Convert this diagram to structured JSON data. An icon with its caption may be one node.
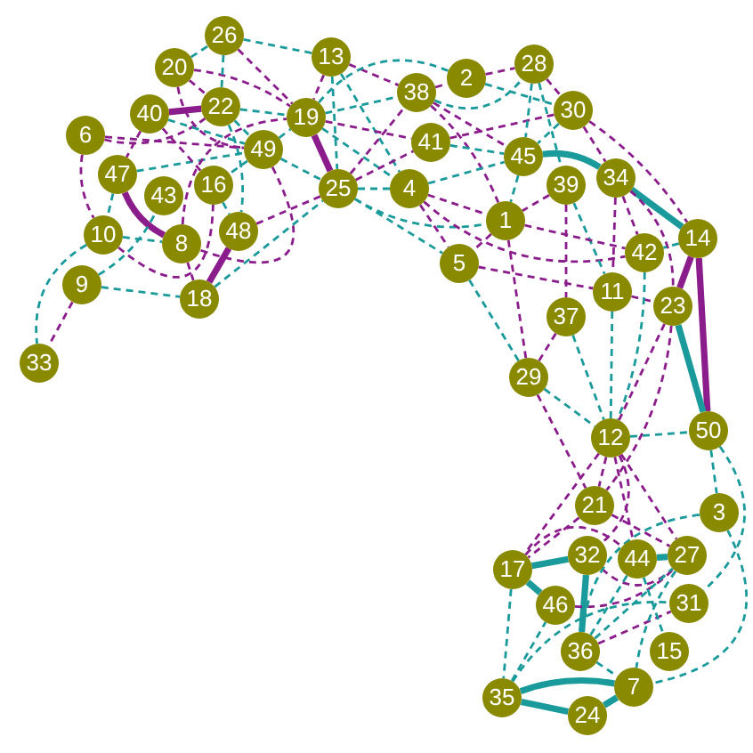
{
  "diagram": {
    "nodes": [
      {
        "text": [
          "1"
        ]
      },
      {
        "text": [
          "2"
        ]
      },
      {
        "text": [
          "3"
        ]
      },
      {
        "text": [
          "4"
        ]
      },
      {
        "text": [
          "5"
        ]
      },
      {
        "text": [
          "6"
        ]
      },
      {
        "text": [
          "7"
        ]
      },
      {
        "text": [
          "8"
        ]
      },
      {
        "text": [
          "9"
        ]
      },
      {
        "text": [
          "10"
        ]
      },
      {
        "text": [
          "11"
        ]
      },
      {
        "text": [
          "12"
        ]
      },
      {
        "text": [
          "13"
        ]
      },
      {
        "text": [
          "14"
        ]
      },
      {
        "text": [
          "15"
        ]
      },
      {
        "text": [
          "16"
        ]
      },
      {
        "text": [
          "17"
        ]
      },
      {
        "text": [
          "18"
        ]
      },
      {
        "text": [
          "19"
        ]
      },
      {
        "text": [
          "20"
        ]
      },
      {
        "text": [
          "21"
        ]
      },
      {
        "text": [
          "22"
        ]
      },
      {
        "text": [
          "23"
        ]
      },
      {
        "text": [
          "24"
        ]
      },
      {
        "text": [
          "25"
        ]
      },
      {
        "text": [
          "26"
        ]
      },
      {
        "text": [
          "27"
        ]
      },
      {
        "text": [
          "28"
        ]
      },
      {
        "text": [
          "29"
        ]
      },
      {
        "text": [
          "30"
        ]
      },
      {
        "text": [
          "31"
        ]
      },
      {
        "text": [
          "32"
        ]
      },
      {
        "text": [
          "33"
        ]
      },
      {
        "text": [
          "34"
        ]
      },
      {
        "text": [
          "35"
        ]
      },
      {
        "text": [
          "36"
        ]
      },
      {
        "text": [
          "37"
        ]
      },
      {
        "text": [
          "38"
        ]
      },
      {
        "text": [
          "39"
        ]
      },
      {
        "text": [
          "40"
        ]
      },
      {
        "text": [
          "41"
        ]
      },
      {
        "text": [
          "42"
        ]
      },
      {
        "text": [
          "43"
        ]
      },
      {
        "text": [
          "44"
        ]
      },
      {
        "text": [
          "45"
        ]
      },
      {
        "text": [
          "46"
        ]
      },
      {
        "text": [
          "47"
        ]
      },
      {
        "text": [
          "48"
        ]
      },
      {
        "text": [
          "49"
        ]
      },
      {
        "text": [
          "50"
        ]
      }
    ],
    "edges": [
      {
        "from": 46,
        "to": 7,
        "arrow": "none",
        "style": "thick",
        "color": "#8b1c8b"
      },
      {
        "from": 39,
        "to": 21,
        "arrow": "none",
        "style": "thick",
        "color": "#8b1c8b"
      },
      {
        "from": 47,
        "to": 17,
        "arrow": "none",
        "style": "thick",
        "color": "#8b1c8b"
      },
      {
        "from": 18,
        "to": 24,
        "arrow": "none",
        "style": "thick",
        "color": "#8b1c8b"
      },
      {
        "from": 44,
        "to": 33,
        "arrow": "none",
        "style": "thick",
        "color": "#1a9a9a"
      },
      {
        "from": 33,
        "to": 13,
        "arrow": "none",
        "style": "thick",
        "color": "#1a9a9a"
      },
      {
        "from": 13,
        "to": 22,
        "arrow": "none",
        "style": "thick",
        "color": "#8b1c8b"
      },
      {
        "from": 13,
        "to": 49,
        "arrow": "none",
        "style": "thick",
        "color": "#8b1c8b"
      },
      {
        "from": 22,
        "to": 49,
        "arrow": "none",
        "style": "thick",
        "color": "#1a9a9a"
      },
      {
        "from": 16,
        "to": 31,
        "arrow": "none",
        "style": "thick",
        "color": "#1a9a9a"
      },
      {
        "from": 16,
        "to": 45,
        "arrow": "none",
        "style": "thick",
        "color": "#1a9a9a"
      },
      {
        "from": 31,
        "to": 35,
        "arrow": "none",
        "style": "thick",
        "color": "#1a9a9a"
      },
      {
        "from": 43,
        "to": 26,
        "arrow": "none",
        "style": "thick",
        "color": "#1a9a9a"
      },
      {
        "from": 34,
        "to": 6,
        "arrow": "none",
        "style": "thick",
        "color": "#1a9a9a"
      },
      {
        "from": 34,
        "to": 23,
        "arrow": "none",
        "style": "thick",
        "color": "#1a9a9a"
      },
      {
        "from": 23,
        "to": 6,
        "arrow": "none",
        "style": "thick",
        "color": "#1a9a9a"
      },
      {
        "from": 19,
        "to": 25,
        "arrow": "none",
        "style": "dashed",
        "color": "#1a9a9a"
      },
      {
        "from": 8,
        "to": 32,
        "arrow": "none",
        "style": "dashed",
        "color": "#8b1c8b"
      },
      {
        "from": 9,
        "to": 32,
        "arrow": "none",
        "style": "dashed",
        "color": "#1a9a9a"
      },
      {
        "from": 5,
        "to": 9,
        "arrow": "none",
        "style": "dashed",
        "color": "#8b1c8b"
      },
      {
        "from": 46,
        "to": 9,
        "arrow": "none",
        "style": "dashed",
        "color": "#1a9a9a"
      },
      {
        "from": 8,
        "to": 17,
        "arrow": "none",
        "style": "dashed",
        "color": "#1a9a9a"
      },
      {
        "from": 7,
        "to": 17,
        "arrow": "none",
        "style": "dashed",
        "color": "#8b1c8b"
      },
      {
        "from": 17,
        "to": 24,
        "arrow": "none",
        "style": "dashed",
        "color": "#1a9a9a"
      },
      {
        "from": 9,
        "to": 7,
        "arrow": "none",
        "style": "dashed",
        "color": "#1a9a9a"
      },
      {
        "from": 9,
        "to": 15,
        "arrow": "none",
        "style": "dashed",
        "color": "#8b1c8b"
      },
      {
        "from": 8,
        "to": 42,
        "arrow": "none",
        "style": "dashed",
        "color": "#1a9a9a"
      },
      {
        "from": 46,
        "to": 48,
        "arrow": "none",
        "style": "dashed",
        "color": "#1a9a9a"
      },
      {
        "from": 5,
        "to": 48,
        "arrow": "none",
        "style": "dashed",
        "color": "#8b1c8b"
      },
      {
        "from": 5,
        "to": 21,
        "arrow": "none",
        "style": "dashed",
        "color": "#8b1c8b"
      },
      {
        "from": 39,
        "to": 46,
        "arrow": "none",
        "style": "dashed",
        "color": "#8b1c8b"
      },
      {
        "from": 39,
        "to": 48,
        "arrow": "none",
        "style": "dashed",
        "color": "#1a9a9a"
      },
      {
        "from": 39,
        "to": 15,
        "arrow": "none",
        "style": "dashed",
        "color": "#8b1c8b"
      },
      {
        "from": 19,
        "to": 21,
        "arrow": "none",
        "style": "dashed",
        "color": "#8b1c8b"
      },
      {
        "from": 19,
        "to": 48,
        "arrow": "none",
        "style": "dashed",
        "color": "#8b1c8b"
      },
      {
        "from": 19,
        "to": 18,
        "arrow": "none",
        "style": "dashed",
        "color": "#8b1c8b"
      },
      {
        "from": 25,
        "to": 12,
        "arrow": "none",
        "style": "dashed",
        "color": "#1a9a9a"
      },
      {
        "from": 25,
        "to": 18,
        "arrow": "none",
        "style": "dashed",
        "color": "#8b1c8b"
      },
      {
        "from": 25,
        "to": 21,
        "arrow": "none",
        "style": "dashed",
        "color": "#1a9a9a"
      },
      {
        "from": 21,
        "to": 48,
        "arrow": "none",
        "style": "dashed",
        "color": "#1a9a9a"
      },
      {
        "from": 21,
        "to": 47,
        "arrow": "none",
        "style": "dashed",
        "color": "#1a9a9a"
      },
      {
        "from": 21,
        "to": 18,
        "arrow": "none",
        "style": "dashed",
        "color": "#1a9a9a"
      },
      {
        "from": 48,
        "to": 7,
        "arrow": "none",
        "style": "dashed",
        "color": "#8b1c8b"
      },
      {
        "from": 48,
        "to": 15,
        "arrow": "none",
        "style": "dashed",
        "color": "#1a9a9a"
      },
      {
        "from": 48,
        "to": 24,
        "arrow": "none",
        "style": "dashed",
        "color": "#1a9a9a"
      },
      {
        "from": 48,
        "to": 18,
        "arrow": "none",
        "style": "dashed",
        "color": "#1a9a9a"
      },
      {
        "from": 47,
        "to": 24,
        "arrow": "none",
        "style": "dashed",
        "color": "#8b1c8b"
      },
      {
        "from": 15,
        "to": 47,
        "arrow": "none",
        "style": "dashed",
        "color": "#1a9a9a"
      },
      {
        "from": 7,
        "to": 18,
        "arrow": "none",
        "style": "dashed",
        "color": "#8b1c8b"
      },
      {
        "from": 12,
        "to": 18,
        "arrow": "none",
        "style": "dashed",
        "color": "#8b1c8b"
      },
      {
        "from": 12,
        "to": 24,
        "arrow": "none",
        "style": "dashed",
        "color": "#1a9a9a"
      },
      {
        "from": 12,
        "to": 37,
        "arrow": "none",
        "style": "dashed",
        "color": "#8b1c8b"
      },
      {
        "from": 12,
        "to": 3,
        "arrow": "none",
        "style": "dashed",
        "color": "#1a9a9a"
      },
      {
        "from": 18,
        "to": 37,
        "arrow": "none",
        "style": "dashed",
        "color": "#1a9a9a"
      },
      {
        "from": 18,
        "to": 40,
        "arrow": "none",
        "style": "dashed",
        "color": "#8b1c8b"
      },
      {
        "from": 18,
        "to": 3,
        "arrow": "none",
        "style": "dashed",
        "color": "#1a9a9a"
      },
      {
        "from": 18,
        "to": 1,
        "arrow": "none",
        "style": "dashed",
        "color": "#1a9a9a"
      },
      {
        "from": 24,
        "to": 37,
        "arrow": "none",
        "style": "dashed",
        "color": "#8b1c8b"
      },
      {
        "from": 24,
        "to": 40,
        "arrow": "none",
        "style": "dashed",
        "color": "#8b1c8b"
      },
      {
        "from": 24,
        "to": 3,
        "arrow": "none",
        "style": "dashed",
        "color": "#1a9a9a"
      },
      {
        "from": 24,
        "to": 0,
        "arrow": "none",
        "style": "dashed",
        "color": "#1a9a9a"
      },
      {
        "from": 24,
        "to": 4,
        "arrow": "none",
        "style": "dashed",
        "color": "#1a9a9a"
      },
      {
        "from": 37,
        "to": 1,
        "arrow": "none",
        "style": "dashed",
        "color": "#8b1c8b"
      },
      {
        "from": 37,
        "to": 0,
        "arrow": "none",
        "style": "dashed",
        "color": "#8b1c8b"
      },
      {
        "from": 37,
        "to": 44,
        "arrow": "none",
        "style": "dashed",
        "color": "#8b1c8b"
      },
      {
        "from": 1,
        "to": 27,
        "arrow": "none",
        "style": "dashed",
        "color": "#8b1c8b"
      },
      {
        "from": 1,
        "to": 29,
        "arrow": "none",
        "style": "dashed",
        "color": "#1a9a9a"
      },
      {
        "from": 37,
        "to": 27,
        "arrow": "none",
        "style": "dashed",
        "color": "#1a9a9a"
      },
      {
        "from": 40,
        "to": 29,
        "arrow": "none",
        "style": "dashed",
        "color": "#8b1c8b"
      },
      {
        "from": 40,
        "to": 44,
        "arrow": "none",
        "style": "dashed",
        "color": "#1a9a9a"
      },
      {
        "from": 3,
        "to": 44,
        "arrow": "none",
        "style": "dashed",
        "color": "#1a9a9a"
      },
      {
        "from": 3,
        "to": 0,
        "arrow": "none",
        "style": "dashed",
        "color": "#8b1c8b"
      },
      {
        "from": 3,
        "to": 4,
        "arrow": "none",
        "style": "dashed",
        "color": "#8b1c8b"
      },
      {
        "from": 3,
        "to": 41,
        "arrow": "none",
        "style": "dashed",
        "color": "#8b1c8b"
      },
      {
        "from": 27,
        "to": 29,
        "arrow": "none",
        "style": "dashed",
        "color": "#8b1c8b"
      },
      {
        "from": 27,
        "to": 44,
        "arrow": "none",
        "style": "dashed",
        "color": "#1a9a9a"
      },
      {
        "from": 27,
        "to": 38,
        "arrow": "none",
        "style": "dashed",
        "color": "#1a9a9a"
      },
      {
        "from": 29,
        "to": 33,
        "arrow": "none",
        "style": "dashed",
        "color": "#8b1c8b"
      },
      {
        "from": 29,
        "to": 13,
        "arrow": "none",
        "style": "dashed",
        "color": "#8b1c8b"
      },
      {
        "from": 29,
        "to": 44,
        "arrow": "none",
        "style": "dashed",
        "color": "#1a9a9a"
      },
      {
        "from": 44,
        "to": 0,
        "arrow": "none",
        "style": "dashed",
        "color": "#1a9a9a"
      },
      {
        "from": 38,
        "to": 0,
        "arrow": "none",
        "style": "dashed",
        "color": "#8b1c8b"
      },
      {
        "from": 38,
        "to": 10,
        "arrow": "none",
        "style": "dashed",
        "color": "#1a9a9a"
      },
      {
        "from": 38,
        "to": 36,
        "arrow": "none",
        "style": "dashed",
        "color": "#8b1c8b"
      },
      {
        "from": 33,
        "to": 41,
        "arrow": "none",
        "style": "dashed",
        "color": "#8b1c8b"
      },
      {
        "from": 33,
        "to": 10,
        "arrow": "none",
        "style": "dashed",
        "color": "#8b1c8b"
      },
      {
        "from": 33,
        "to": 22,
        "arrow": "none",
        "style": "dashed",
        "color": "#8b1c8b"
      },
      {
        "from": 0,
        "to": 4,
        "arrow": "none",
        "style": "dashed",
        "color": "#8b1c8b"
      },
      {
        "from": 0,
        "to": 28,
        "arrow": "none",
        "style": "dashed",
        "color": "#8b1c8b"
      },
      {
        "from": 0,
        "to": 41,
        "arrow": "none",
        "style": "dashed",
        "color": "#8b1c8b"
      },
      {
        "from": 4,
        "to": 28,
        "arrow": "none",
        "style": "dashed",
        "color": "#1a9a9a"
      },
      {
        "from": 4,
        "to": 10,
        "arrow": "none",
        "style": "dashed",
        "color": "#8b1c8b"
      },
      {
        "from": 13,
        "to": 41,
        "arrow": "none",
        "style": "dashed",
        "color": "#1a9a9a"
      },
      {
        "from": 10,
        "to": 22,
        "arrow": "none",
        "style": "dashed",
        "color": "#8b1c8b"
      },
      {
        "from": 10,
        "to": 11,
        "arrow": "none",
        "style": "dashed",
        "color": "#1a9a9a"
      },
      {
        "from": 36,
        "to": 11,
        "arrow": "none",
        "style": "dashed",
        "color": "#1a9a9a"
      },
      {
        "from": 36,
        "to": 28,
        "arrow": "none",
        "style": "dashed",
        "color": "#8b1c8b"
      },
      {
        "from": 41,
        "to": 11,
        "arrow": "none",
        "style": "dashed",
        "color": "#1a9a9a"
      },
      {
        "from": 22,
        "to": 11,
        "arrow": "none",
        "style": "dashed",
        "color": "#8b1c8b"
      },
      {
        "from": 28,
        "to": 11,
        "arrow": "none",
        "style": "dashed",
        "color": "#1a9a9a"
      },
      {
        "from": 28,
        "to": 20,
        "arrow": "none",
        "style": "dashed",
        "color": "#8b1c8b"
      },
      {
        "from": 11,
        "to": 49,
        "arrow": "none",
        "style": "dashed",
        "color": "#1a9a9a"
      },
      {
        "from": 11,
        "to": 20,
        "arrow": "none",
        "style": "dashed",
        "color": "#8b1c8b"
      },
      {
        "from": 11,
        "to": 31,
        "arrow": "none",
        "style": "dashed",
        "color": "#8b1c8b"
      },
      {
        "from": 11,
        "to": 43,
        "arrow": "none",
        "style": "dashed",
        "color": "#8b1c8b"
      },
      {
        "from": 11,
        "to": 26,
        "arrow": "none",
        "style": "dashed",
        "color": "#8b1c8b"
      },
      {
        "from": 11,
        "to": 16,
        "arrow": "none",
        "style": "dashed",
        "color": "#8b1c8b"
      },
      {
        "from": 49,
        "to": 30,
        "arrow": "none",
        "style": "dashed",
        "color": "#1a9a9a"
      },
      {
        "from": 49,
        "to": 2,
        "arrow": "none",
        "style": "dashed",
        "color": "#1a9a9a"
      },
      {
        "from": 20,
        "to": 16,
        "arrow": "none",
        "style": "dashed",
        "color": "#8b1c8b"
      },
      {
        "from": 20,
        "to": 26,
        "arrow": "none",
        "style": "dashed",
        "color": "#8b1c8b"
      },
      {
        "from": 31,
        "to": 26,
        "arrow": "none",
        "style": "dashed",
        "color": "#8b1c8b"
      },
      {
        "from": 16,
        "to": 34,
        "arrow": "none",
        "style": "dashed",
        "color": "#1a9a9a"
      },
      {
        "from": 16,
        "to": 43,
        "arrow": "none",
        "style": "dashed",
        "color": "#8b1c8b"
      },
      {
        "from": 45,
        "to": 26,
        "arrow": "none",
        "style": "dashed",
        "color": "#8b1c8b"
      },
      {
        "from": 35,
        "to": 30,
        "arrow": "none",
        "style": "dashed",
        "color": "#8b1c8b"
      },
      {
        "from": 35,
        "to": 2,
        "arrow": "none",
        "style": "dashed",
        "color": "#1a9a9a"
      },
      {
        "from": 35,
        "to": 26,
        "arrow": "none",
        "style": "dashed",
        "color": "#1a9a9a"
      },
      {
        "from": 34,
        "to": 45,
        "arrow": "none",
        "style": "dashed",
        "color": "#1a9a9a"
      },
      {
        "from": 34,
        "to": 30,
        "arrow": "none",
        "style": "dashed",
        "color": "#1a9a9a"
      },
      {
        "from": 43,
        "to": 14,
        "arrow": "none",
        "style": "dashed",
        "color": "#1a9a9a"
      },
      {
        "from": 2,
        "to": 6,
        "arrow": "none",
        "style": "dashed",
        "color": "#1a9a9a"
      },
      {
        "from": 26,
        "to": 6,
        "arrow": "none",
        "style": "dashed",
        "color": "#1a9a9a"
      },
      {
        "from": 35,
        "to": 6,
        "arrow": "none",
        "style": "dashed",
        "color": "#1a9a9a"
      },
      {
        "from": 43,
        "to": 35,
        "arrow": "none",
        "style": "dashed",
        "color": "#1a9a9a"
      },
      {
        "from": 22,
        "to": 20,
        "arrow": "none",
        "style": "dashed",
        "color": "#8b1c8b"
      }
    ]
  }
}
